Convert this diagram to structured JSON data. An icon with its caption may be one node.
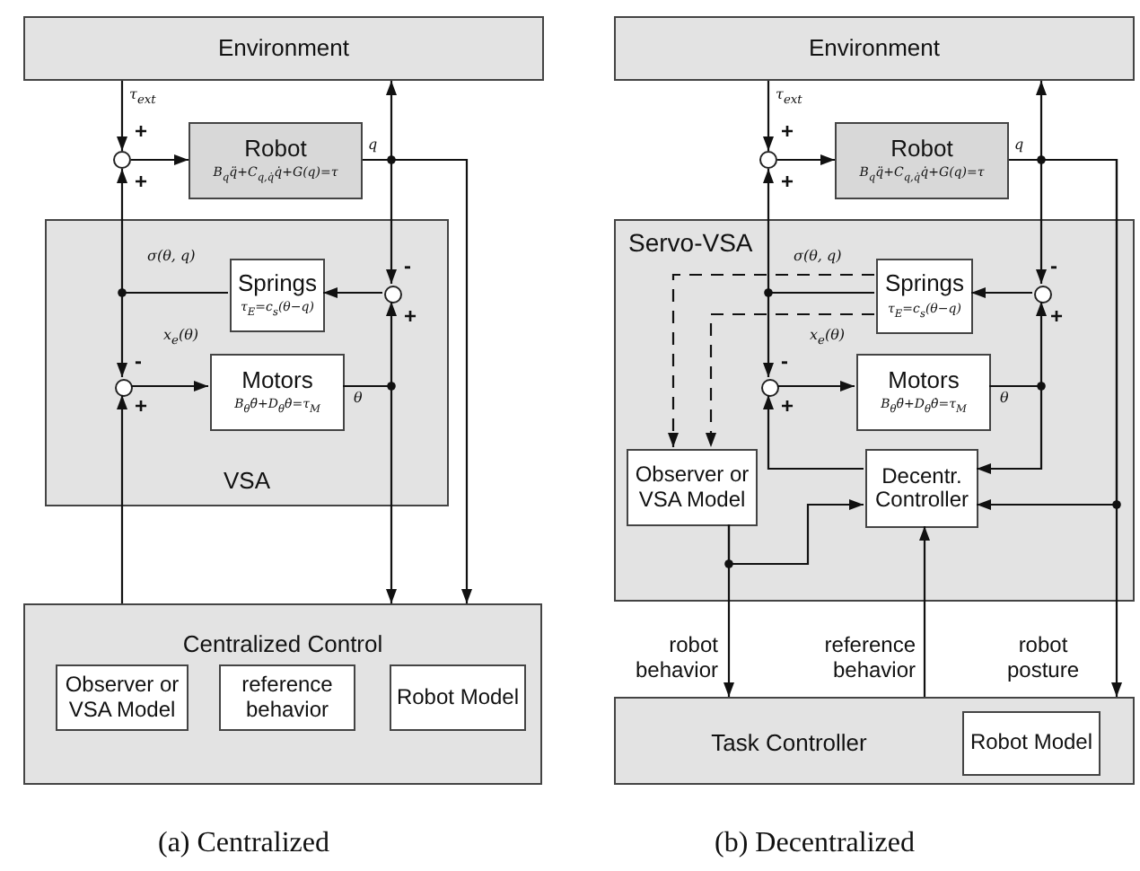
{
  "diagram": {
    "nodes": [
      {
        "text": [
          "Environment"
        ]
      },
      {
        "text": [],
        "shape": "circle"
      },
      {
        "text": [
          "Robot",
          "B$_{q}$q̈+C$_{q,q̇}$q̇+G(q)=τ"
        ]
      },
      {
        "text": [
          "VSA"
        ]
      },
      {
        "text": [],
        "shape": "circle",
        "in": 3
      },
      {
        "text": [
          "Springs",
          "τ$_{E}$=c$_{s}$(θ−q)"
        ],
        "in": 3
      },
      {
        "text": [],
        "shape": "circle",
        "in": 3
      },
      {
        "text": [
          "Motors",
          "B$_{θ}$θ̈+D$_{θ}$θ̇=τ$_{M}$"
        ],
        "in": 3
      },
      {
        "text": [
          "Centralized Control"
        ]
      },
      {
        "text": [
          "Observer or VSA Model"
        ],
        "in": 8
      },
      {
        "text": [
          "reference behavior"
        ],
        "in": 8
      },
      {
        "text": [
          "Robot Model"
        ],
        "in": 8
      },
      {
        "text": [
          "Environment"
        ]
      },
      {
        "text": [],
        "shape": "circle"
      },
      {
        "text": [
          "Robot",
          "B$_{q}$q̈+C$_{q,q̇}$q̇+G(q)=τ"
        ]
      },
      {
        "text": [
          "Servo-VSA"
        ]
      },
      {
        "text": [],
        "shape": "circle",
        "in": 15
      },
      {
        "text": [
          "Springs",
          "τ$_{E}$=c$_{s}$(θ−q)"
        ],
        "in": 15
      },
      {
        "text": [],
        "shape": "circle",
        "in": 15
      },
      {
        "text": [
          "Motors",
          "B$_{θ}$θ̈+D$_{θ}$θ̇=τ$_{M}$"
        ],
        "in": 15
      },
      {
        "text": [
          "Observer or VSA Model"
        ],
        "in": 15
      },
      {
        "text": [
          "Decentr. Controller"
        ],
        "in": 15
      },
      {
        "text": [
          "Task Controller"
        ]
      },
      {
        "text": [
          "Robot Model"
        ],
        "in": 22
      }
    ],
    "edges": [
      {
        "from": 0,
        "to": 1,
        "arrow": "to"
      },
      {
        "from": 1,
        "to": 2,
        "arrow": "to"
      },
      {
        "from": 2,
        "to": 0,
        "arrow": "to"
      },
      {
        "from": 2,
        "to": 4,
        "arrow": "to"
      },
      {
        "from": 2,
        "to": 8,
        "arrow": "to"
      },
      {
        "from": 7,
        "to": 4,
        "arrow": "to"
      },
      {
        "from": 7,
        "to": 8,
        "arrow": "to"
      },
      {
        "from": 4,
        "to": 5,
        "arrow": "to"
      },
      {
        "from": 5,
        "to": 1,
        "arrow": "to"
      },
      {
        "from": 5,
        "to": 6,
        "arrow": "to"
      },
      {
        "from": 8,
        "to": 6,
        "arrow": "to"
      },
      {
        "from": 6,
        "to": 7,
        "arrow": "to"
      },
      {
        "from": 12,
        "to": 13,
        "arrow": "to"
      },
      {
        "from": 13,
        "to": 14,
        "arrow": "to"
      },
      {
        "from": 14,
        "to": 12,
        "arrow": "to"
      },
      {
        "from": 14,
        "to": 16,
        "arrow": "to"
      },
      {
        "from": 14,
        "to": 22,
        "arrow": "to",
        "label": "robot posture"
      },
      {
        "from": 14,
        "to": 21,
        "arrow": "to"
      },
      {
        "from": 19,
        "to": 16,
        "arrow": "to"
      },
      {
        "from": 19,
        "to": 21,
        "arrow": "to"
      },
      {
        "from": 16,
        "to": 17,
        "arrow": "to"
      },
      {
        "from": 17,
        "to": 13,
        "arrow": "to"
      },
      {
        "from": 17,
        "to": 18,
        "arrow": "to"
      },
      {
        "from": 17,
        "to": 20,
        "arrow": "to",
        "style": "dashed"
      },
      {
        "from": 17,
        "to": 20,
        "arrow": "to",
        "style": "dashed"
      },
      {
        "from": 21,
        "to": 18,
        "arrow": "to"
      },
      {
        "from": 20,
        "to": 22,
        "arrow": "to",
        "label": "robot behavior"
      },
      {
        "from": 20,
        "to": 21,
        "arrow": "to"
      },
      {
        "from": 22,
        "to": 21,
        "arrow": "to",
        "label": "reference behavior"
      },
      {
        "from": 18,
        "to": 19,
        "arrow": "to"
      }
    ],
    "labels": [
      "τ$_{ext}$",
      "+",
      "+",
      "q",
      "σ(θ, q)",
      "-",
      "+",
      "x$_{e}$(θ)",
      "-",
      "+",
      "θ",
      "(a) Centralized",
      "τ$_{ext}$",
      "+",
      "+",
      "q",
      "σ(θ, q)",
      "-",
      "+",
      "x$_{e}$(θ)",
      "-",
      "+",
      "θ",
      "(b) Decentralized"
    ]
  }
}
